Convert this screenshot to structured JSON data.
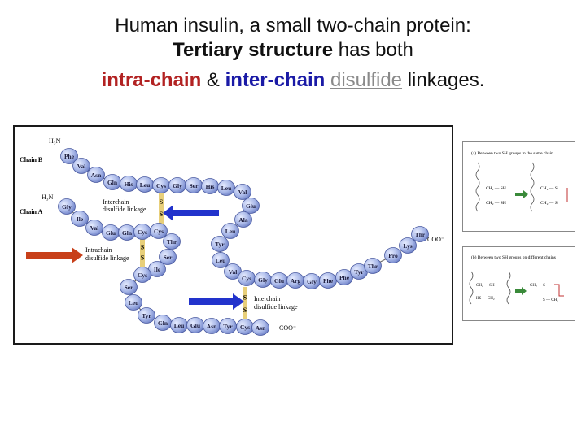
{
  "title": {
    "line1": "Human insulin, a small two-chain protein:",
    "line2_bold": "Tertiary structure",
    "line2_rest": " has both",
    "line3_intra": "intra-chain",
    "line3_amp": " & ",
    "line3_inter": "inter-chain",
    "line3_sp": " ",
    "line3_disulfide": "disulfide",
    "line3_rest": " linkages."
  },
  "diagram": {
    "chain_b_label": "Chain B",
    "chain_a_label": "Chain A",
    "n_terminus": "H₃N",
    "c_terminus": "COO⁻",
    "interchain_label_1": "Interchain",
    "interchain_sub_1": "disulfide linkage",
    "intrachain_label": "Intrachain",
    "intrachain_sub": "disulfide linkage",
    "interchain_label_2": "Interchain",
    "interchain_sub_2": "disulfide linkage",
    "sulfur": "S",
    "chain_b_residues": [
      "Phe",
      "Val",
      "Asn",
      "Gln",
      "His",
      "Leu",
      "Cys",
      "Gly",
      "Ser",
      "His",
      "Leu",
      "Val",
      "Glu",
      "Ala",
      "Leu",
      "Tyr",
      "Leu",
      "Val",
      "Cys",
      "Gly",
      "Glu",
      "Arg",
      "Gly",
      "Phe",
      "Phe",
      "Tyr",
      "Thr",
      "Pro",
      "Lys",
      "Thr"
    ],
    "chain_a_residues": [
      "Gly",
      "Ile",
      "Val",
      "Glu",
      "Gln",
      "Cys",
      "Cys",
      "Thr",
      "Ser",
      "Ile",
      "Cys",
      "Ser",
      "Leu",
      "Tyr",
      "Gln",
      "Leu",
      "Glu",
      "Asn",
      "Tyr",
      "Cys",
      "Asn"
    ]
  },
  "inset_top": {
    "caption": "(a) Between two SH groups in the same chain",
    "left_top": "CH₂ — SH",
    "left_bottom": "CH₂ — SH",
    "right_top": "CH₂ — S",
    "right_bottom": "CH₂ — S"
  },
  "inset_bottom": {
    "caption": "(b) Between two SH groups on different chains",
    "left_top": "CH₂ — SH",
    "left_bottom": "HS — CH₂",
    "right_top": "CH₂ — S",
    "right_bottom": "S — CH₂"
  },
  "colors": {
    "residue_fill": "#aab8e6",
    "residue_stroke": "#4a5aa0",
    "red_arrow": "#c8401a",
    "blue_arrow": "#2233cc",
    "bond_fill": "#e8cf7a"
  }
}
